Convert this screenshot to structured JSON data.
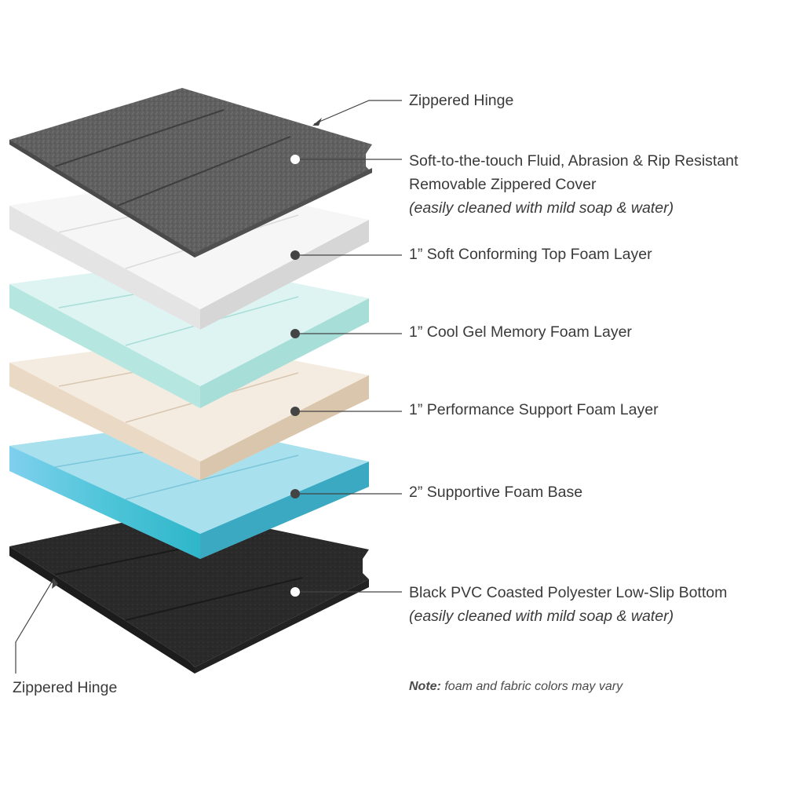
{
  "labels": {
    "hinge_top": "Zippered Hinge",
    "cover_line1": "Soft-to-the-touch Fluid, Abrasion & Rip Resistant",
    "cover_line2": "Removable Zippered Cover",
    "cover_note": "(easily cleaned with mild soap & water)",
    "top_foam": "1” Soft Conforming Top Foam Layer",
    "gel_foam": "1” Cool Gel Memory Foam Layer",
    "support_foam": "1” Performance Support Foam Layer",
    "base_foam": "2” Supportive Foam Base",
    "bottom_line1": "Black PVC Coasted Polyester Low-Slip Bottom",
    "bottom_note": "(easily cleaned with mild soap & water)",
    "hinge_bottom": "Zippered Hinge"
  },
  "note": {
    "prefix": "Note:",
    "text": "foam and fabric colors may vary"
  },
  "colors": {
    "cover": "#6b6b6b",
    "top_foam": "#f2f2f2",
    "gel_foam": "#c9ece8",
    "support_foam": "#ecdfd0",
    "base_foam": "#5ec8dc",
    "bottom": "#2e2e2e",
    "leader": "#444444",
    "text": "#3a3a3a"
  }
}
